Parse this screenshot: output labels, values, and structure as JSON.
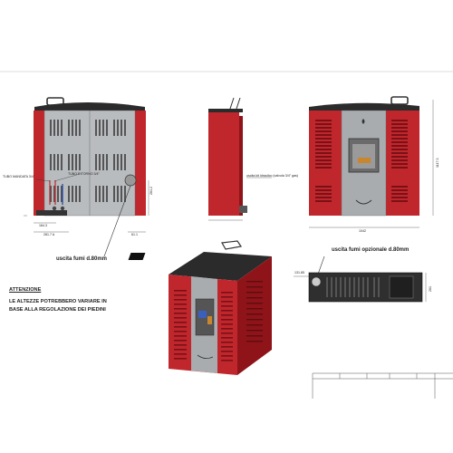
{
  "front": {
    "label_tubo_mandata": "TUBO MANDATA 3/4\"",
    "label_tubo_ritorno": "TUBO RITORNO 3/4\"",
    "dim_height_1": "264.2",
    "dim_bottom_1": "164.3",
    "dim_bottom_2": "281.7 A",
    "dim_right_small": "61.1"
  },
  "side": {
    "label_uscita_scarico": "uscita kit idraulico (valvola 3/4\" gas)"
  },
  "rear_label": "uscita fumi d.80mm",
  "right_view": {
    "dim_width": "1042",
    "dim_height": "1117.3"
  },
  "top_view": {
    "label_uscita_opzionale": "uscita fumi opzionale d.80mm",
    "dim_circle": "131.85",
    "dim_depth": "261"
  },
  "notice": {
    "title": "ATTENZIONE",
    "line1": "LE ALTEZZE POTREBBERO VARIARE IN",
    "line2": "BASE ALLA REGOLAZIONE DEI PIEDINI"
  },
  "colors": {
    "red": "#c0272d",
    "dark_red": "#8e1419",
    "grey_panel": "#b9bcbf",
    "top": "#2b2b2b"
  }
}
